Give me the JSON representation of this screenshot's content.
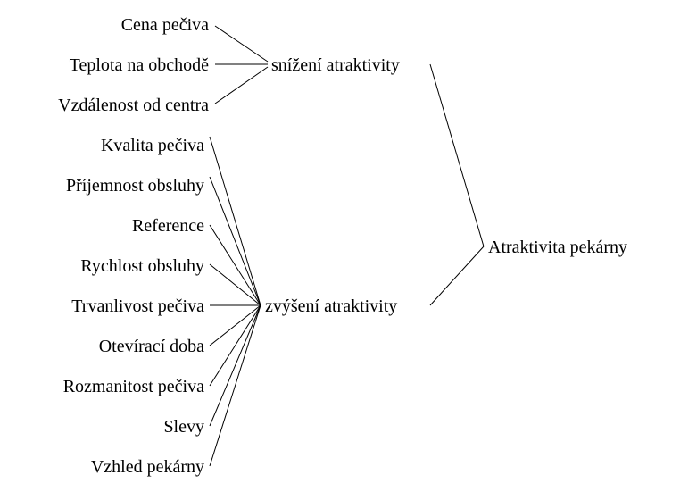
{
  "root": {
    "label": "Atraktivita pekárny"
  },
  "groups": [
    {
      "label": "snížení atraktivity",
      "factors": [
        "Cena pečiva",
        "Teplota na obchodě",
        "Vzdálenost od centra"
      ]
    },
    {
      "label": "zvýšení atraktivity",
      "factors": [
        "Kvalita pečiva",
        "Příjemnost obsluhy",
        "Reference",
        "Rychlost obsluhy",
        "Trvanlivost pečiva",
        "Otevírací doba",
        "Rozmanitost pečiva",
        "Slevy",
        "Vzhled pekárny"
      ]
    }
  ],
  "colors": {
    "line": "#000000",
    "text": "#000000",
    "background": "#ffffff"
  }
}
